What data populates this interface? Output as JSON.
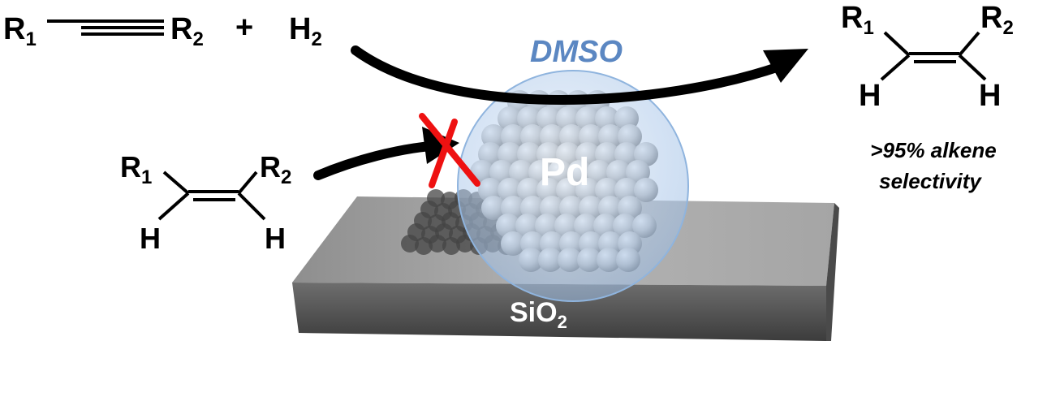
{
  "reactants": {
    "alkyne": {
      "r1": "R",
      "r1_sub": "1",
      "r2": "R",
      "r2_sub": "2"
    },
    "plus": "+",
    "hydrogen": {
      "label": "H",
      "sub": "2"
    }
  },
  "solvent": {
    "label": "DMSO",
    "color": "#5b87c2"
  },
  "catalyst": {
    "metal": "Pd",
    "support": "SiO",
    "support_sub": "2"
  },
  "byproduct_alkene": {
    "r1": "R",
    "r1_sub": "1",
    "r2": "R",
    "r2_sub": "2",
    "h_left": "H",
    "h_right": "H"
  },
  "product": {
    "r1": "R",
    "r1_sub": "1",
    "r2": "R",
    "r2_sub": "2",
    "h_left": "H",
    "h_right": "H",
    "selectivity_line1": ">95% alkene",
    "selectivity_line2": "selectivity"
  },
  "colors": {
    "blocked_mark": "#ee1111",
    "droplet": "#bcd6f0",
    "slab_top": "#a9a9a9",
    "slab_front": "#555555"
  },
  "icons": [
    "reaction-arrow",
    "blocked-cross-icon",
    "palladium-nanoparticle",
    "solvent-droplet",
    "silica-slab"
  ]
}
